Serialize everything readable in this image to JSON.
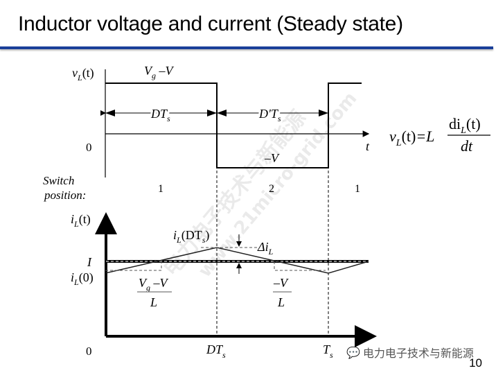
{
  "title": "Inductor voltage and current (Steady state)",
  "page_number": "10",
  "brand": "电力电子技术与新能源",
  "watermark": {
    "cn": "电力电子技术与新能源",
    "url": "www.21micro-grid.com"
  },
  "colors": {
    "rule": "#1a3f99"
  },
  "top_plot": {
    "ylabel": {
      "v": "v",
      "sub": "L",
      "arg": "(t)"
    },
    "high_label": {
      "a": "V",
      "sub": "g",
      "b": " –V"
    },
    "low_label": "–V",
    "zero": "0",
    "t_axis": "t",
    "interval1": {
      "a": "DT",
      "sub": "s"
    },
    "interval2": {
      "a": "D'T",
      "sub": "s"
    }
  },
  "equation": {
    "lhs": "v",
    "lhs_sub": "L",
    "lhs_arg": "(t)",
    "eq": "=L",
    "num": "di",
    "num_sub": "L",
    "num_arg": "(t)",
    "den": "dt"
  },
  "switch": {
    "label1": "Switch",
    "label2": "position:",
    "positions": [
      "1",
      "2",
      "1"
    ]
  },
  "bottom_plot": {
    "ylabel": {
      "v": "i",
      "sub": "L",
      "arg": "(t)"
    },
    "I": "I",
    "i0": {
      "v": "i",
      "sub": "L",
      "arg": "(0)"
    },
    "peak": {
      "v": "i",
      "sub": "L",
      "arg": "(DT",
      "sub2": "s",
      "end": ")"
    },
    "delta": {
      "a": "Δi",
      "sub": "L"
    },
    "slope1": {
      "num_a": "V",
      "num_sub": "g",
      "num_b": " –V",
      "den": "L"
    },
    "slope2": {
      "num": "–V",
      "den": "L"
    },
    "zero": "0",
    "x1": {
      "a": "DT",
      "sub": "s"
    },
    "x2": {
      "a": "T",
      "sub": "s"
    }
  }
}
